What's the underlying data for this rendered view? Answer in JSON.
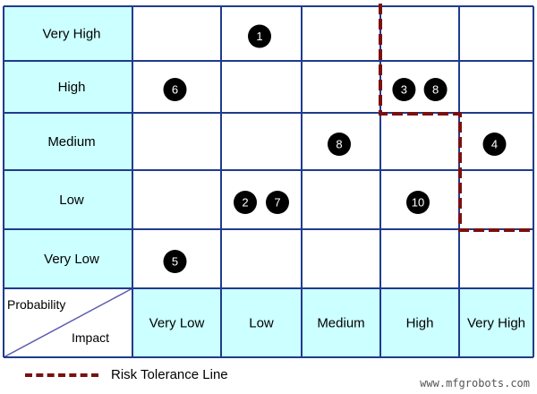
{
  "probability_labels": [
    "Very High",
    "High",
    "Medium",
    "Low",
    "Very Low"
  ],
  "impact_labels": [
    "Very Low",
    "Low",
    "Medium",
    "High",
    "Very High"
  ],
  "corner": {
    "top": "Probability",
    "bottom": "Impact"
  },
  "risks": [
    {
      "label": "1",
      "probability": "Very High",
      "impact": "Low",
      "slot": "center"
    },
    {
      "label": "6",
      "probability": "High",
      "impact": "Very Low",
      "slot": "center"
    },
    {
      "label": "3",
      "probability": "High",
      "impact": "High",
      "slot": "left"
    },
    {
      "label": "8",
      "probability": "High",
      "impact": "High",
      "slot": "right"
    },
    {
      "label": "8",
      "probability": "Medium",
      "impact": "Medium",
      "slot": "center"
    },
    {
      "label": "4",
      "probability": "Medium",
      "impact": "Very High",
      "slot": "center"
    },
    {
      "label": "2",
      "probability": "Low",
      "impact": "Low",
      "slot": "left"
    },
    {
      "label": "7",
      "probability": "Low",
      "impact": "Low",
      "slot": "right"
    },
    {
      "label": "10",
      "probability": "Low",
      "impact": "High",
      "slot": "center"
    },
    {
      "label": "5",
      "probability": "Very Low",
      "impact": "Very Low",
      "slot": "center"
    }
  ],
  "legend": {
    "label": "Risk Tolerance Line"
  },
  "watermark": "www.mfgrobots.com",
  "colors": {
    "label_fill": "#ccffff",
    "grid": "#1f3c8c",
    "tolerance_line": "#7a1010",
    "dot": "#000000",
    "corner_diagonal": "#5b5bb0"
  }
}
